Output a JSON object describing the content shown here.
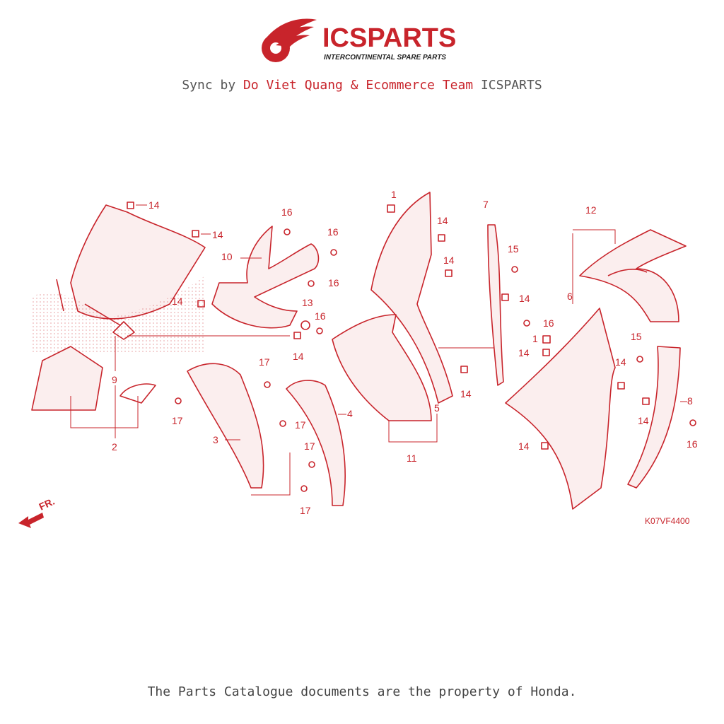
{
  "brand": {
    "name": "ICSPARTS",
    "tagline": "INTERCONTINENTAL SPARE PARTS",
    "color": "#c8242b"
  },
  "sync": {
    "prefix": "Sync by ",
    "highlight": "Do Viet Quang & Ecommerce Team",
    "suffix": " ICSPARTS"
  },
  "diagram": {
    "code": "K07VF4400",
    "direction_label": "FR.",
    "callouts": [
      "1",
      "1",
      "2",
      "3",
      "4",
      "5",
      "6",
      "7",
      "8",
      "9",
      "10",
      "11",
      "12",
      "13",
      "14",
      "14",
      "14",
      "14",
      "14",
      "14",
      "14",
      "14",
      "14",
      "14",
      "14",
      "15",
      "15",
      "16",
      "16",
      "16",
      "16",
      "16",
      "17",
      "17",
      "17",
      "17",
      "17"
    ]
  },
  "footer": {
    "text": "The Parts Catalogue documents are the property of Honda."
  }
}
